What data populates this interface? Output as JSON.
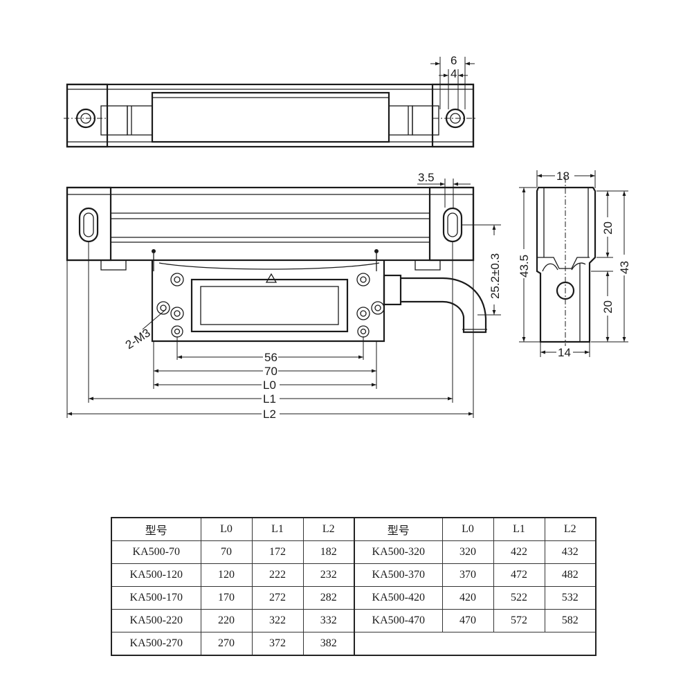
{
  "dimensions": {
    "top_view": {
      "d6": "6",
      "d4": "4"
    },
    "front_view": {
      "d3_5": "3.5",
      "d25_2": "25.2±0.3",
      "d56": "56",
      "d70": "70",
      "L0": "L0",
      "L1": "L1",
      "L2": "L2",
      "thread": "2-M3"
    },
    "side_view": {
      "d18": "18",
      "d43_5": "43.5",
      "d43": "43",
      "d20_top": "20",
      "d20_bottom": "20",
      "d14": "14"
    }
  },
  "spec_table": {
    "headers": [
      "型号",
      "L0",
      "L1",
      "L2"
    ],
    "left_rows": [
      [
        "KA500-70",
        "70",
        "172",
        "182"
      ],
      [
        "KA500-120",
        "120",
        "222",
        "232"
      ],
      [
        "KA500-170",
        "170",
        "272",
        "282"
      ],
      [
        "KA500-220",
        "220",
        "322",
        "332"
      ],
      [
        "KA500-270",
        "270",
        "372",
        "382"
      ]
    ],
    "right_rows": [
      [
        "KA500-320",
        "320",
        "422",
        "432"
      ],
      [
        "KA500-370",
        "370",
        "472",
        "482"
      ],
      [
        "KA500-420",
        "420",
        "522",
        "532"
      ],
      [
        "KA500-470",
        "470",
        "572",
        "582"
      ]
    ]
  }
}
